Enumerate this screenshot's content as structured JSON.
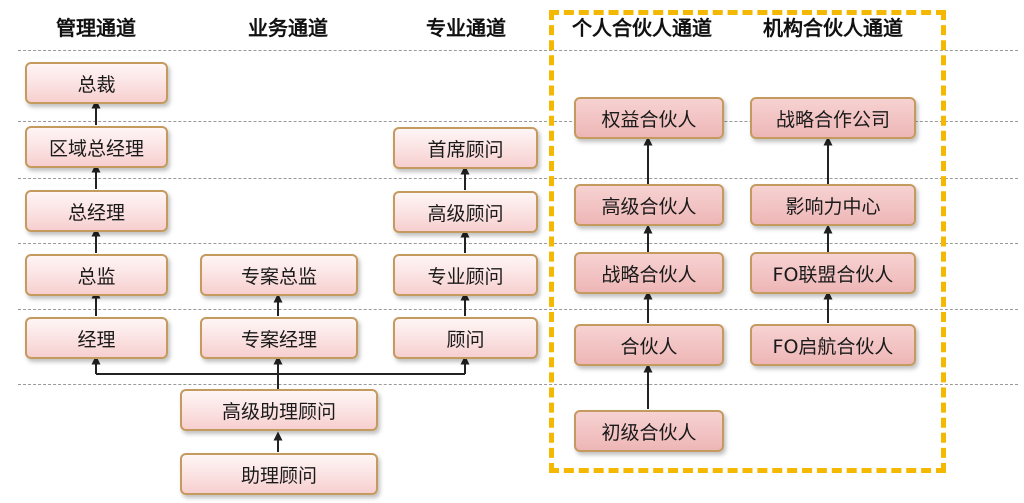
{
  "headers": {
    "management": "管理通道",
    "business": "业务通道",
    "professional": "专业通道",
    "individual_partner": "个人合伙人通道",
    "institution_partner": "机构合伙人通道"
  },
  "management_track": [
    "总裁",
    "区域总经理",
    "总经理",
    "总监",
    "经理"
  ],
  "business_track": [
    "专案总监",
    "专案经理"
  ],
  "professional_track": [
    "首席顾问",
    "高级顾问",
    "专业顾问",
    "顾问"
  ],
  "common_track": [
    "高级助理顾问",
    "助理顾问"
  ],
  "individual_partner_track": [
    "权益合伙人",
    "高级合伙人",
    "战略合伙人",
    "合伙人",
    "初级合伙人"
  ],
  "institution_partner_track": [
    "战略合作公司",
    "影响力中心",
    "FO联盟合伙人",
    "FO启航合伙人"
  ],
  "colors": {
    "box_border": "#c49a5e",
    "box_fill_light": "#fbe3e3",
    "box_fill_pink": "#f2c2c2",
    "highlight_frame": "#f5b800",
    "guide_line": "#9a9a9a"
  }
}
